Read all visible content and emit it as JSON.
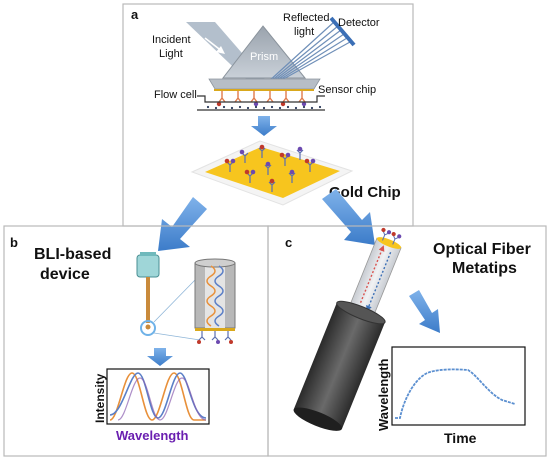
{
  "panel_a": {
    "letter": "a",
    "incident_light_1": "Incident",
    "incident_light_2": "Light",
    "reflected_light_1": "Reflected",
    "reflected_light_2": "light",
    "detector": "Detector",
    "prism": "Prism",
    "sensor_chip": "Sensor chip",
    "flow_cell": "Flow cell",
    "gold_chip": "Gold Chip"
  },
  "panel_b": {
    "letter": "b",
    "title_1": "BLI-based",
    "title_2": "device",
    "y_label": "Intensity",
    "x_label": "Wavelength"
  },
  "panel_c": {
    "letter": "c",
    "title_1": "Optical Fiber",
    "title_2": "Metatips",
    "y_label": "Wavelength",
    "x_label": "Time"
  },
  "colors": {
    "arrow_blue": "#4f8fd6",
    "gold": "#f7c51e",
    "fiber_gray": "#555555",
    "curve_orange": "#e8903a",
    "curve_blue": "#5b7fc7",
    "curve_purple": "#8b5fb0"
  }
}
